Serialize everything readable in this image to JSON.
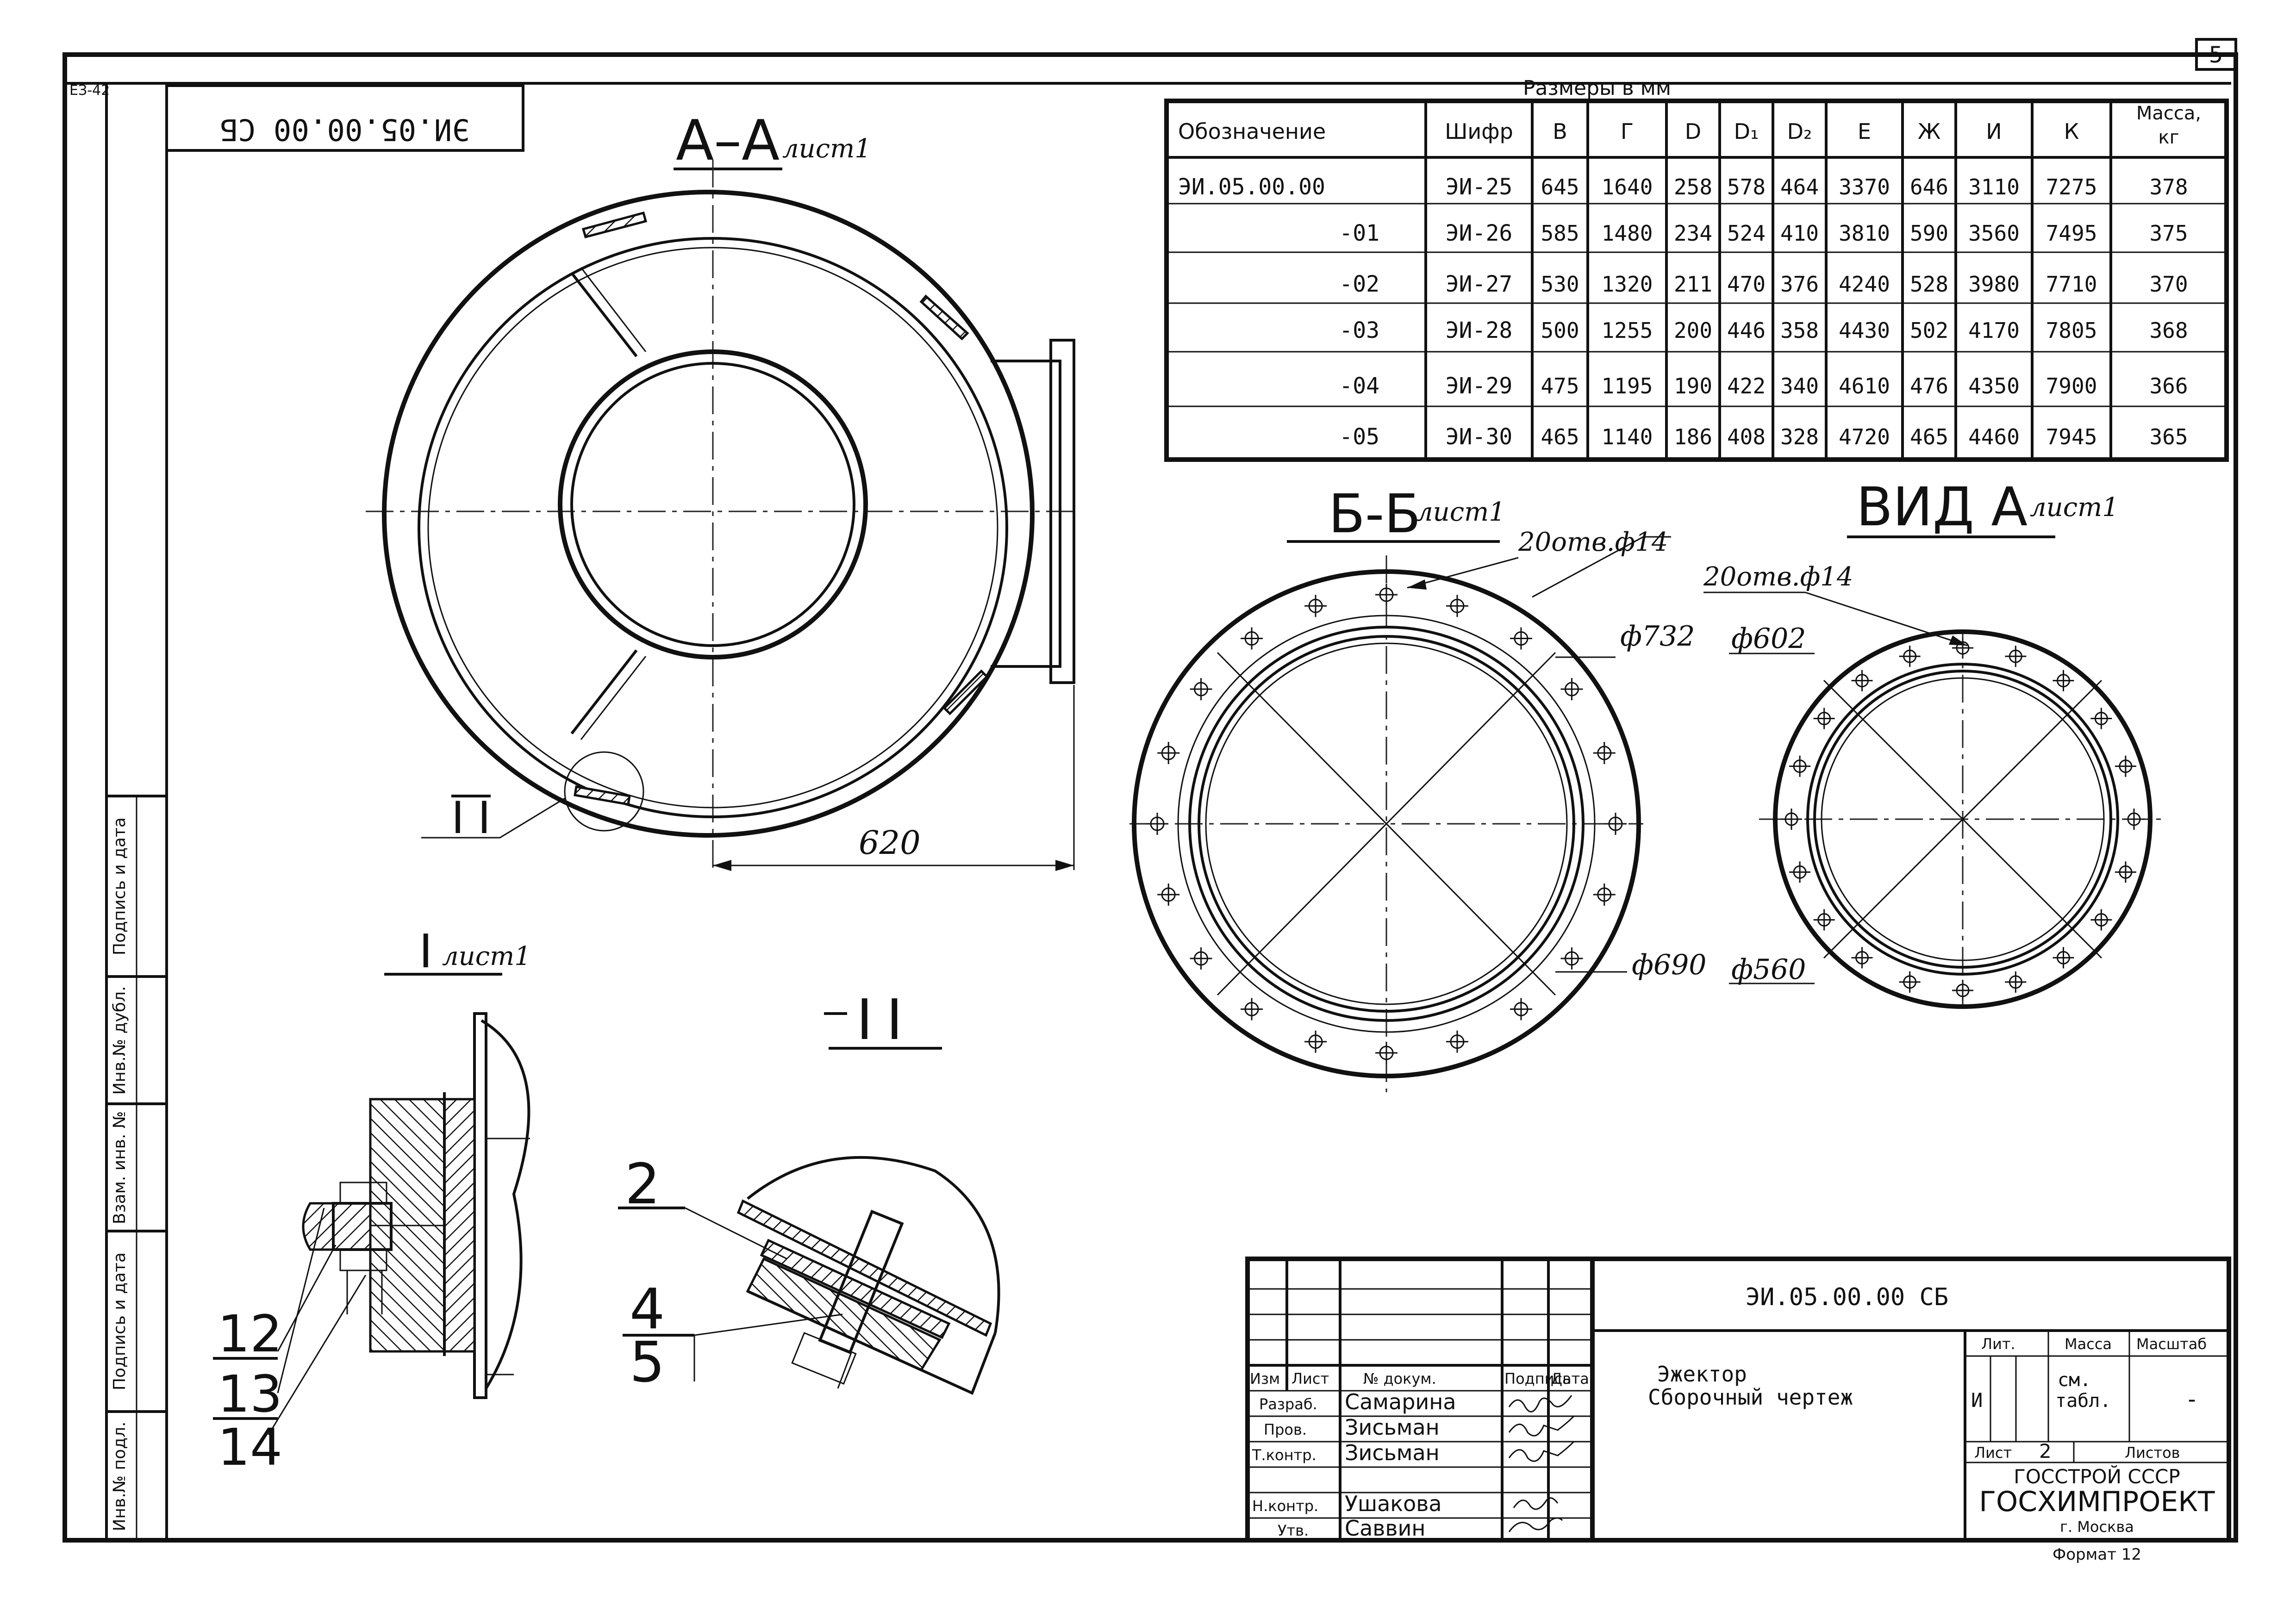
{
  "sheet": {
    "page_number": "5",
    "corner_mark": "ЕЗ-42",
    "rotated_stamp": "ЭИ.05.00.00 СБ",
    "format": "Формат 12"
  },
  "side_strip": {
    "labels": [
      "Инв.№ подл.",
      "Подпись и дата",
      "Взам. инв. №",
      "Инв.№ дубл.",
      "Подпись и дата"
    ]
  },
  "table": {
    "caption": "Размеры в мм",
    "headers": [
      "Обозначение",
      "Шифр",
      "В",
      "Г",
      "D",
      "D₁",
      "D₂",
      "Е",
      "Ж",
      "И",
      "К",
      "Масса, кг"
    ],
    "rows": [
      [
        "ЭИ.05.00.00",
        "ЭИ-25",
        "645",
        "1640",
        "258",
        "578",
        "464",
        "3370",
        "646",
        "3110",
        "7275",
        "378"
      ],
      [
        "-01",
        "ЭИ-26",
        "585",
        "1480",
        "234",
        "524",
        "410",
        "3810",
        "590",
        "3560",
        "7495",
        "375"
      ],
      [
        "-02",
        "ЭИ-27",
        "530",
        "1320",
        "211",
        "470",
        "376",
        "4240",
        "528",
        "3980",
        "7710",
        "370"
      ],
      [
        "-03",
        "ЭИ-28",
        "500",
        "1255",
        "200",
        "446",
        "358",
        "4430",
        "502",
        "4170",
        "7805",
        "368"
      ],
      [
        "-04",
        "ЭИ-29",
        "475",
        "1195",
        "190",
        "422",
        "340",
        "4610",
        "476",
        "4350",
        "7900",
        "366"
      ],
      [
        "-05",
        "ЭИ-30",
        "465",
        "1140",
        "186",
        "408",
        "328",
        "4720",
        "465",
        "4460",
        "7945",
        "365"
      ]
    ]
  },
  "views": {
    "section_aa": {
      "title": "А–А",
      "sheet_ref": "лист1",
      "dim_620": "620",
      "callout": "II"
    },
    "section_bb": {
      "title": "Б-Б",
      "sheet_ref": "лист1",
      "holes": "20отв.ф14",
      "d732": "ф732",
      "d690": "ф690"
    },
    "view_a": {
      "title": "ВИД А",
      "sheet_ref": "лист1",
      "holes": "20отв.ф14",
      "d602": "ф602",
      "d560": "ф560"
    },
    "detail_i": {
      "title": "I",
      "sheet_ref": "лист1",
      "pos12": "12",
      "pos13": "13",
      "pos14": "14"
    },
    "detail_ii": {
      "title": "II",
      "pos2": "2",
      "pos4": "4",
      "pos5": "5"
    }
  },
  "title_block": {
    "designation": "ЭИ.05.00.00 СБ",
    "name_line1": "Эжектор",
    "name_line2": "Сборочный чертеж",
    "col_headers": [
      "Изм",
      "Лист",
      "№ докум.",
      "Подпись",
      "Дата"
    ],
    "roles": [
      {
        "role": "Разраб.",
        "name": "Самарина"
      },
      {
        "role": "Пров.",
        "name": "Зисьман"
      },
      {
        "role": "Т.контр.",
        "name": "Зисьман"
      },
      {
        "role": "Н.контр.",
        "name": "Ушакова"
      },
      {
        "role": "Утв.",
        "name": "Саввин"
      }
    ],
    "lit_header": "Лит.",
    "mass_header": "Масса",
    "scale_header": "Масштаб",
    "lit_value": "И",
    "mass_value_1": "см.",
    "mass_value_2": "табл.",
    "scale_value": "-",
    "sheet_label": "Лист",
    "sheet_value": "2",
    "sheets_label": "Листов",
    "org1": "ГОССТРОЙ СССР",
    "org2": "ГОСХИМПРОЕКТ",
    "city": "г. Москва"
  }
}
